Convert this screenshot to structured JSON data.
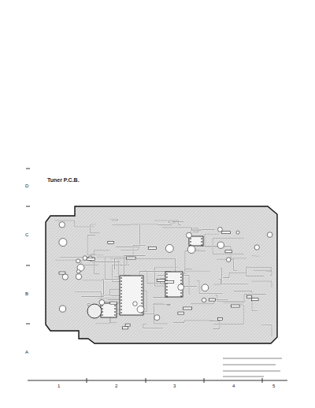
{
  "diagram": {
    "title": "Tuner P.C.B.",
    "labels": [
      "D",
      "C",
      "B",
      "A",
      "1",
      "2",
      "3",
      "4",
      "5"
    ]
  }
}
